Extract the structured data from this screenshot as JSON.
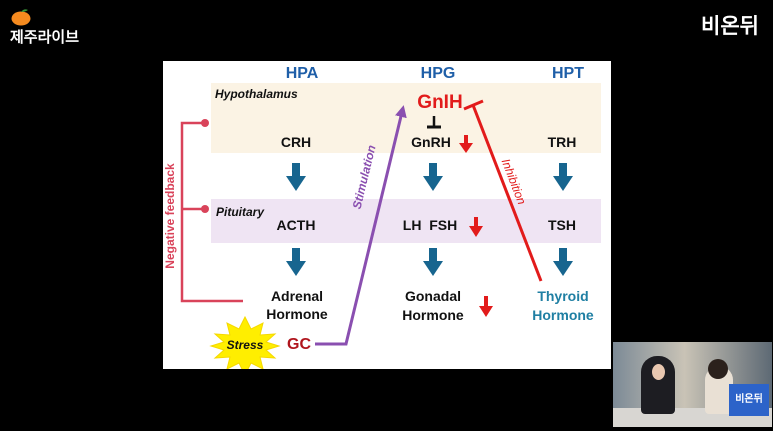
{
  "overlay": {
    "logo_left_text": "제주라이브",
    "logo_right_text": "비온뒤",
    "pip_badge_text": "비온뒤"
  },
  "diagram": {
    "columns": {
      "hpa": "HPA",
      "hpg": "HPG",
      "hpt": "HPT"
    },
    "bands": {
      "hypothalamus": "Hypothalamus",
      "pituitary": "Pituitary"
    },
    "gnih": "GnIH",
    "hpa_nodes": {
      "crh": "CRH",
      "acth": "ACTH",
      "adrenal_line1": "Adrenal",
      "adrenal_line2": "Hormone",
      "gc": "GC"
    },
    "hpg_nodes": {
      "gnrh": "GnRH",
      "lh_fsh": "LH  FSH",
      "gonadal_line1": "Gonadal",
      "gonadal_line2": "Hormone"
    },
    "hpt_nodes": {
      "trh": "TRH",
      "tsh": "TSH",
      "thyroid_line1": "Thyroid",
      "thyroid_line2": "Hormone"
    },
    "labels": {
      "negative_feedback": "Negative feedback",
      "stimulation": "Stimulation",
      "inhibition": "Inhibition",
      "stress": "Stress"
    },
    "colors": {
      "column_header": "#1f5fa8",
      "hypothalamus_band": "#fbf3e4",
      "pituitary_band": "#efe4f3",
      "flow_arrow": "#17658f",
      "gnih_red": "#e21b1b",
      "feedback": "#d9435a",
      "stimulation": "#8a4fb0",
      "gc": "#b0151d",
      "thyroid": "#1f7fa3",
      "stress_star": "#ffee00"
    }
  }
}
